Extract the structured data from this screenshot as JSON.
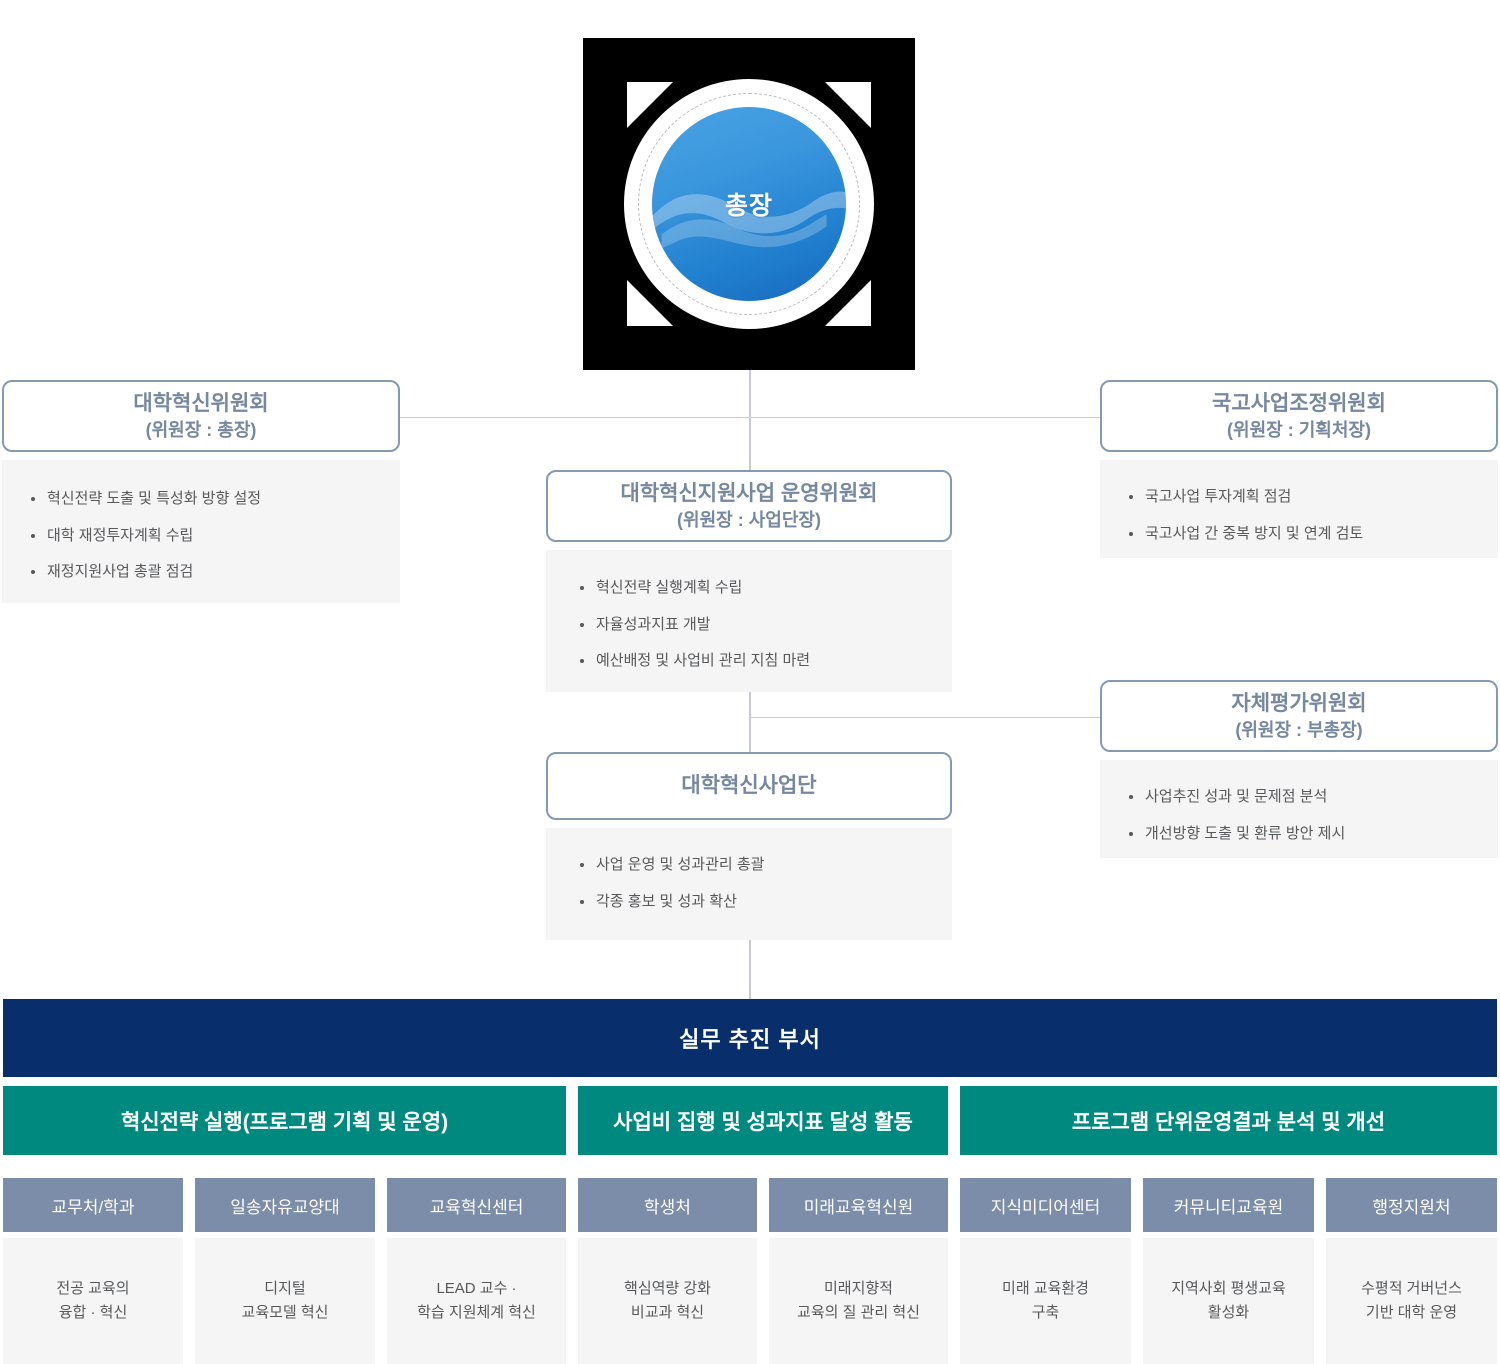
{
  "president": {
    "label": "총장",
    "icon": "wave-emblem-icon",
    "circle_color_top": "#4aa3e3",
    "circle_color_bottom": "#1769bd"
  },
  "committees": [
    {
      "key": "university-innovation-committee",
      "title": "대학혁신위원회",
      "chair": "(위원장 : 총장)",
      "bullets": [
        "혁신전략 도출 및 특성화 방향 설정",
        "대학 재정투자계획 수립",
        "재정지원사업 총괄 점검"
      ]
    },
    {
      "key": "national-project-coordination-committee",
      "title": "국고사업조정위원회",
      "chair": "(위원장 : 기획처장)",
      "bullets": [
        "국고사업 투자계획 점검",
        "국고사업 간 중복 방지 및 연계 검토"
      ]
    },
    {
      "key": "innovation-support-project-steering-committee",
      "title": "대학혁신지원사업 운영위원회",
      "chair": "(위원장 : 사업단장)",
      "bullets": [
        "혁신전략 실행계획 수립",
        "자율성과지표 개발",
        "예산배정 및 사업비 관리 지침 마련"
      ]
    },
    {
      "key": "self-evaluation-committee",
      "title": "자체평가위원회",
      "chair": "(위원장 : 부총장)",
      "bullets": [
        "사업추진 성과 및 문제점 분석",
        "개선방향 도출 및 환류 방안 제시"
      ]
    },
    {
      "key": "university-innovation-project-team",
      "title": "대학혁신사업단",
      "chair": "",
      "bullets": [
        "사업 운영 및 성과관리 총괄",
        "각종 홍보 및 성과 확산"
      ]
    }
  ],
  "working_band": {
    "label": "실무 추진 부서",
    "color": "#082f6b"
  },
  "groups": [
    {
      "key": "strategy-execution",
      "label": "혁신전략 실행(프로그램 기획 및 운영)",
      "color": "#00897f",
      "departments": [
        {
          "name": "교무처/학과",
          "desc": "전공 교육의\n융합 · 혁신"
        },
        {
          "name": "일송자유교양대",
          "desc": "디지털\n교육모델 혁신"
        },
        {
          "name": "교육혁신센터",
          "desc": "LEAD 교수 ·\n학습 지원체계 혁신"
        }
      ]
    },
    {
      "key": "budget-execution",
      "label": "사업비 집행 및 성과지표 달성 활동",
      "color": "#00897f",
      "departments": [
        {
          "name": "학생처",
          "desc": "핵심역량 강화\n비교과 혁신"
        },
        {
          "name": "미래교육혁신원",
          "desc": "미래지향적\n교육의 질 관리 혁신"
        }
      ]
    },
    {
      "key": "program-analysis",
      "label": "프로그램 단위운영결과 분석 및 개선",
      "color": "#00897f",
      "departments": [
        {
          "name": "지식미디어센터",
          "desc": "미래 교육환경\n구축"
        },
        {
          "name": "커뮤니티교육원",
          "desc": "지역사회 평생교육\n활성화"
        },
        {
          "name": "행정지원처",
          "desc": "수평적 거버넌스\n기반 대학 운영"
        }
      ]
    }
  ]
}
